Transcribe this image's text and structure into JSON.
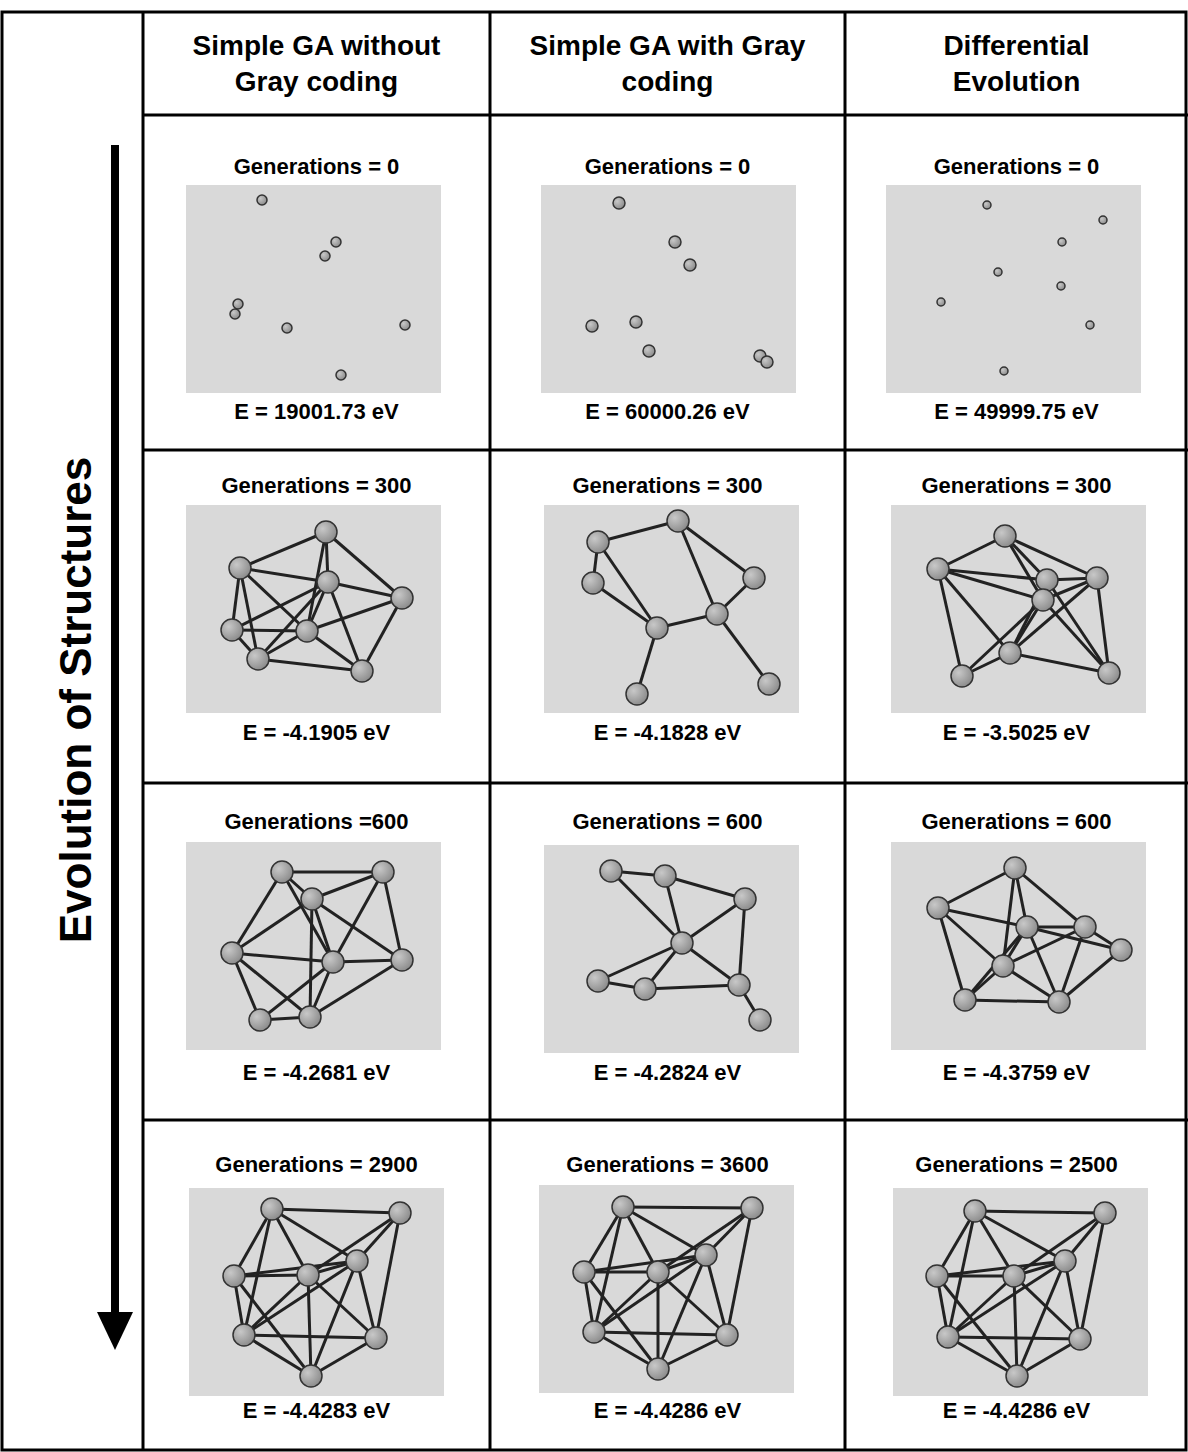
{
  "diagram": {
    "nodes": [
      {
        "text": [
          "Evolution of Structures"
        ]
      },
      {
        "text": [
          "Simple GA without Gray coding"
        ]
      },
      {
        "text": [
          "Simple GA with Gray coding"
        ]
      },
      {
        "text": [
          "Differential Evolution"
        ]
      },
      {
        "text": [
          "Generations = 0",
          "E = 19001.73 eV"
        ]
      },
      {
        "text": [
          "Generations = 0",
          "E = 60000.26 eV"
        ]
      },
      {
        "text": [
          "Generations = 0",
          "E = 49999.75 eV"
        ]
      },
      {
        "text": [
          "Generations = 300",
          "E = -4.1905 eV"
        ]
      },
      {
        "text": [
          "Generations = 300",
          "E = -4.1828 eV"
        ]
      },
      {
        "text": [
          "Generations = 300",
          "E = -3.5025 eV"
        ]
      },
      {
        "text": [
          "Generations =600",
          "E = -4.2681 eV"
        ]
      },
      {
        "text": [
          "Generations = 600",
          "E = -4.2824 eV"
        ]
      },
      {
        "text": [
          "Generations = 600",
          "E = -4.3759 eV"
        ]
      },
      {
        "text": [
          "Generations = 2900",
          "E = -4.4283 eV"
        ]
      },
      {
        "text": [
          "Generations = 3600",
          "E = -4.4286 eV"
        ]
      },
      {
        "text": [
          "Generations = 2500",
          "E = -4.4286 eV"
        ]
      }
    ],
    "edges": []
  }
}
